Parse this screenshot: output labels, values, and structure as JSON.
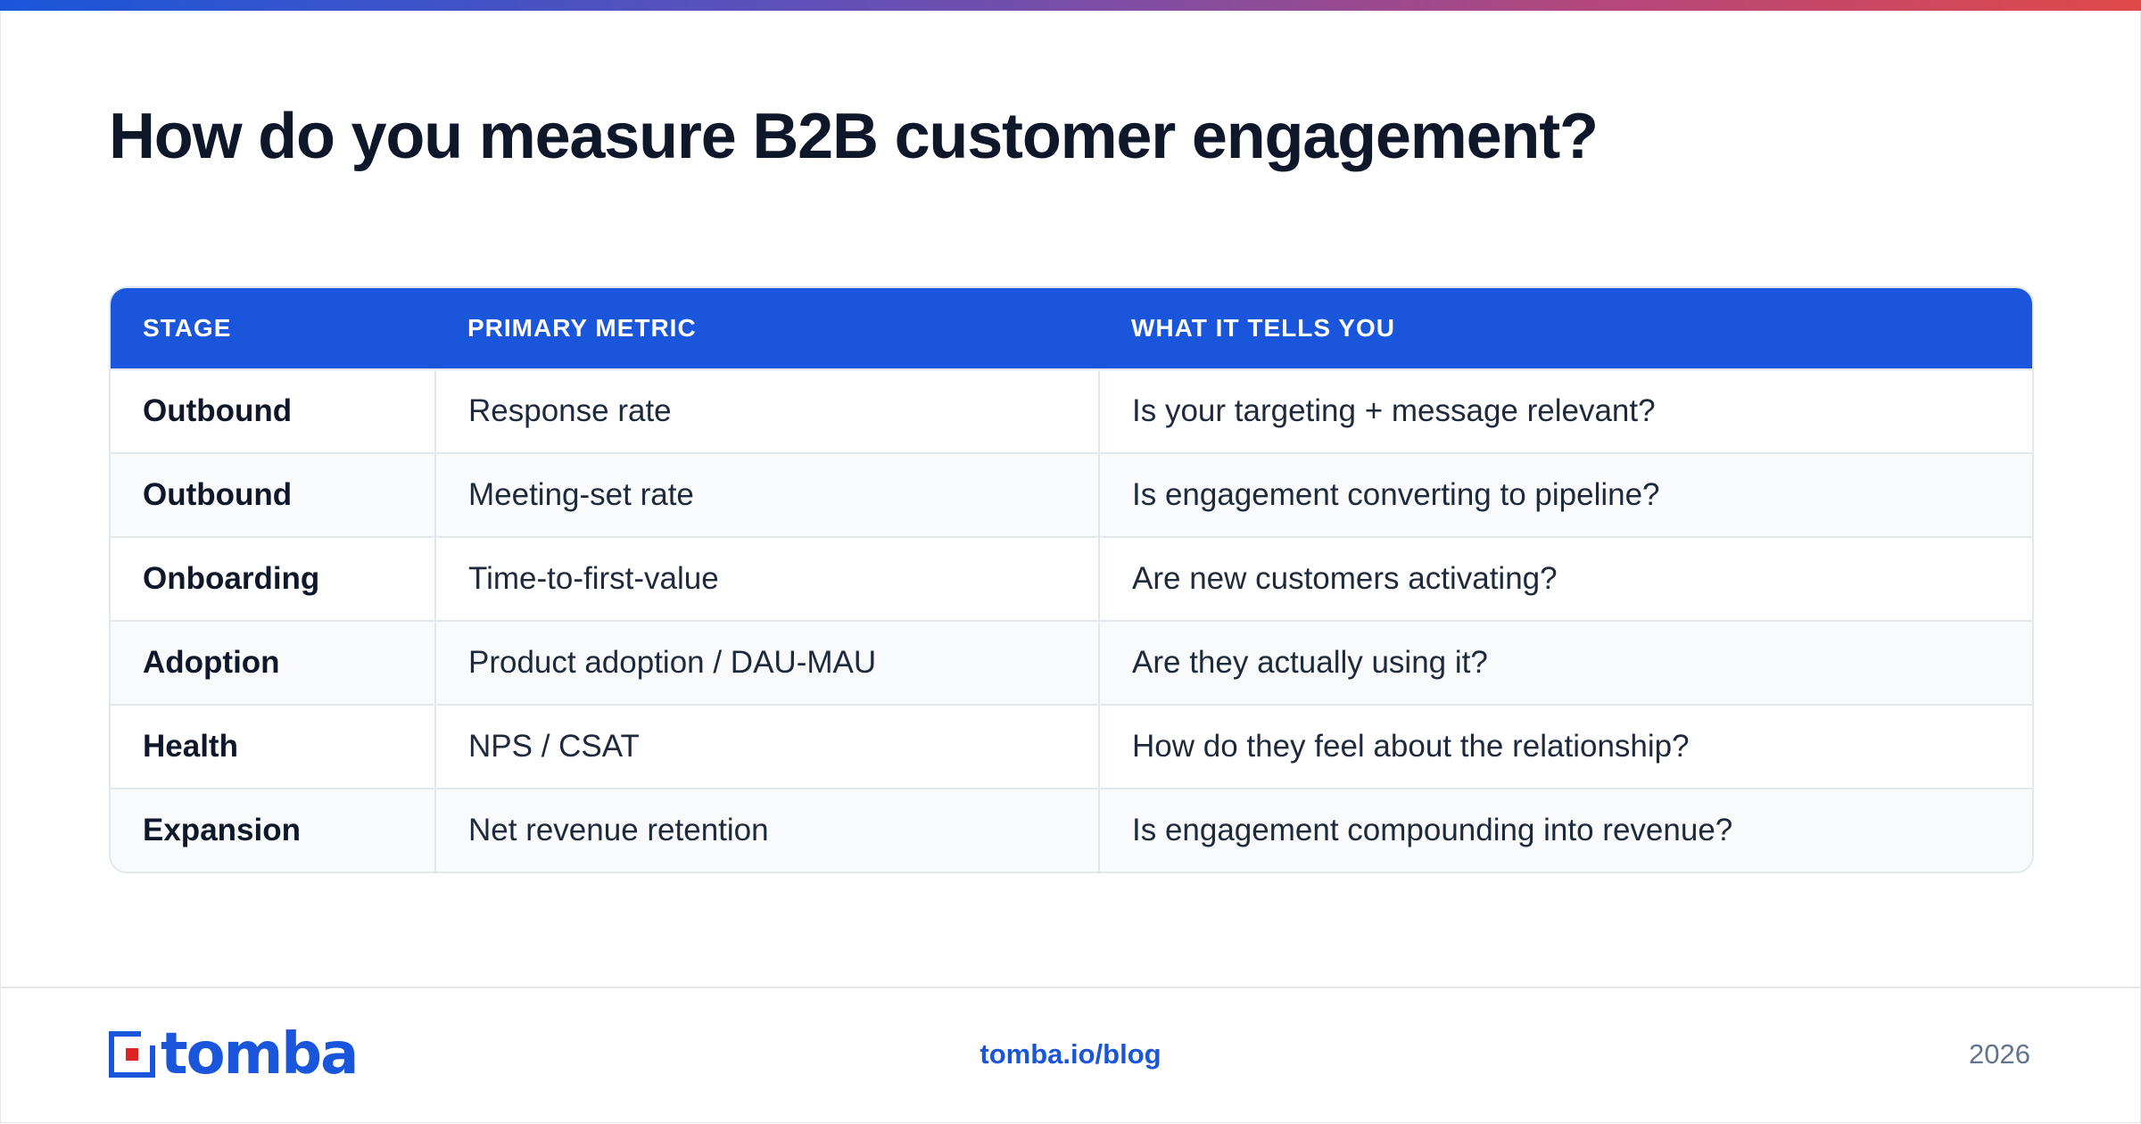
{
  "page": {
    "title": "How do you measure B2B customer engagement?"
  },
  "table": {
    "headers": [
      "STAGE",
      "PRIMARY METRIC",
      "WHAT IT TELLS YOU"
    ],
    "rows": [
      {
        "stage": "Outbound",
        "metric": "Response rate",
        "insight": "Is your targeting + message relevant?"
      },
      {
        "stage": "Outbound",
        "metric": "Meeting-set rate",
        "insight": "Is engagement converting to pipeline?"
      },
      {
        "stage": "Onboarding",
        "metric": "Time-to-first-value",
        "insight": "Are new customers activating?"
      },
      {
        "stage": "Adoption",
        "metric": "Product adoption / DAU-MAU",
        "insight": "Are they actually using it?"
      },
      {
        "stage": "Health",
        "metric": "NPS / CSAT",
        "insight": "How do they feel about the relationship?"
      },
      {
        "stage": "Expansion",
        "metric": "Net revenue retention",
        "insight": "Is engagement compounding into revenue?"
      }
    ]
  },
  "footer": {
    "logo_text": "tomba",
    "url": "tomba.io/blog",
    "year": "2026"
  },
  "colors": {
    "brand_blue": "#1a56db",
    "accent_red": "#e02424",
    "title_dark": "#0f172a"
  },
  "icons": {
    "logo": "tomba-logo-icon"
  }
}
